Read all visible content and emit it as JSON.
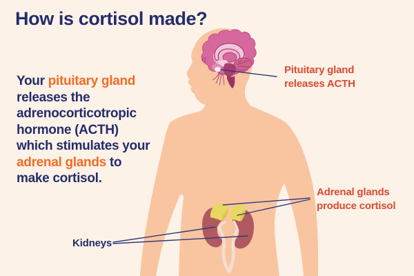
{
  "title": "How is cortisol made?",
  "intro": {
    "lines": [
      [
        {
          "text": "Your ",
          "color": "navy"
        },
        {
          "text": "pituitary gland",
          "color": "orange"
        }
      ],
      [
        {
          "text": "releases the",
          "color": "navy"
        }
      ],
      [
        {
          "text": "adrenocorticotropic",
          "color": "navy"
        }
      ],
      [
        {
          "text": "hormone (ACTH)",
          "color": "navy"
        }
      ],
      [
        {
          "text": "which stimulates your",
          "color": "navy"
        }
      ],
      [
        {
          "text": "adrenal glands",
          "color": "orange"
        },
        {
          "text": " to",
          "color": "navy"
        }
      ],
      [
        {
          "text": "make cortisol.",
          "color": "navy"
        }
      ]
    ]
  },
  "callouts": {
    "pituitary": "Pituitary gland\nreleases ACTH",
    "adrenal": "Adrenal glands\nproduce cortisol",
    "kidneys": "Kidneys"
  },
  "colors": {
    "background": "#fdf2e8",
    "navy": "#232d6b",
    "orange": "#f26c26",
    "callout_red": "#d94b33",
    "line_navy": "#323a78",
    "skin": "#f9c5a1",
    "brain_pink": "#d5689c",
    "brain_dark": "#a63e6d",
    "kidney_red": "#b15960",
    "adrenal_yellow": "#e9d75f"
  }
}
